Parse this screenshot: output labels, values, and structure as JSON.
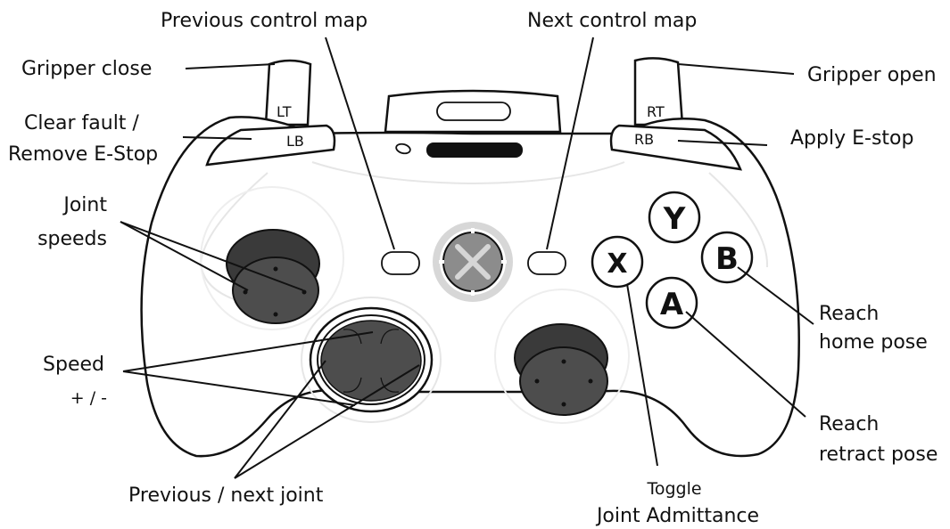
{
  "labels": {
    "previous_control_map": "Previous control map",
    "next_control_map": "Next control map",
    "gripper_close": "Gripper close",
    "gripper_open": "Gripper open",
    "clear_fault_line1": "Clear fault /",
    "clear_fault_line2": "Remove E-Stop",
    "apply_estop": "Apply E-stop",
    "joint_speeds_line1": "Joint",
    "joint_speeds_line2": "speeds",
    "speed": "Speed",
    "speed_sign": "+ / -",
    "previous_next_joint": "Previous / next joint",
    "toggle_line1": "Toggle",
    "toggle_line2": "Joint Admittance",
    "reach_home_line1": "Reach",
    "reach_home_line2": "home pose",
    "reach_retract_line1": "Reach",
    "reach_retract_line2": "retract pose"
  },
  "controller": {
    "lt": "LT",
    "rt": "RT",
    "lb": "LB",
    "rb": "RB",
    "button_y": "Y",
    "button_b": "B",
    "button_a": "A",
    "button_x": "X"
  },
  "colors": {
    "stick_dark": "#3a3a3a",
    "stick_face": "#4d4d4d",
    "guide_gray": "#8c8c8c",
    "line": "#111111"
  }
}
